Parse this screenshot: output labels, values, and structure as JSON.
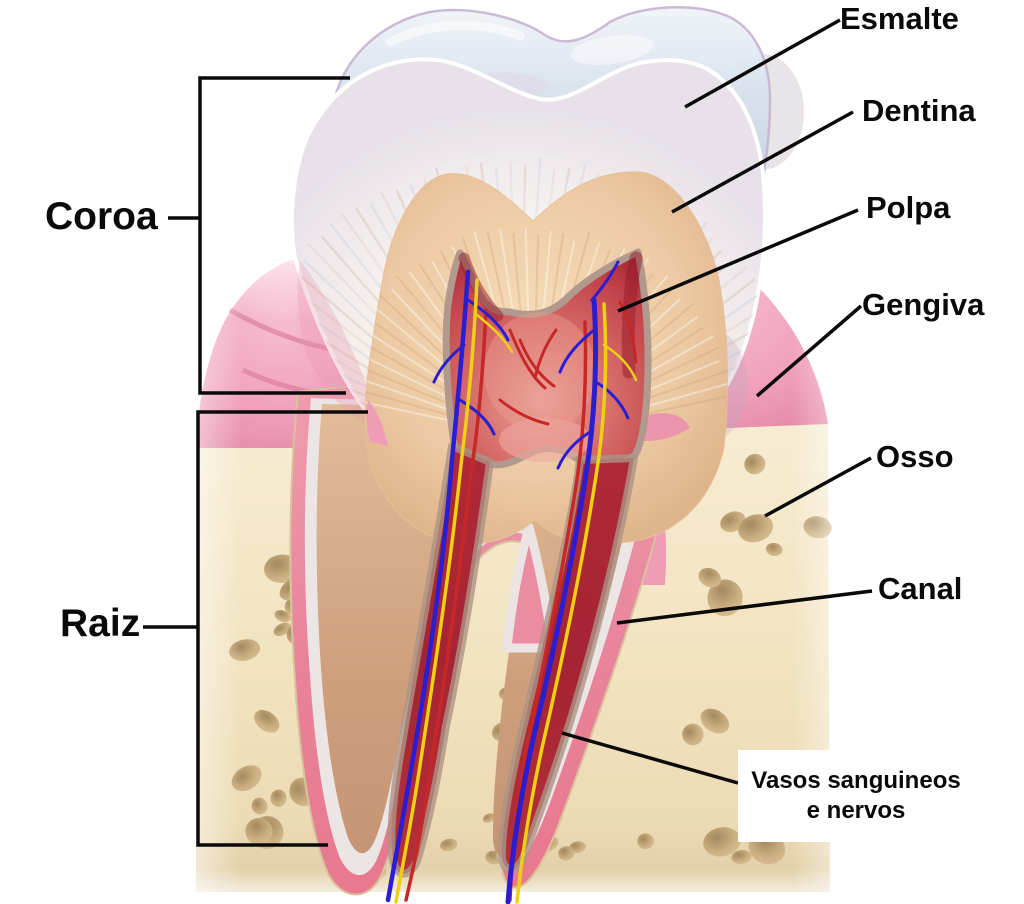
{
  "diagram": {
    "labels": {
      "coroa": "Coroa",
      "raiz": "Raiz",
      "esmalte": "Esmalte",
      "dentina": "Dentina",
      "polpa": "Polpa",
      "gengiva": "Gengiva",
      "osso": "Osso",
      "canal": "Canal",
      "vasos_line1": "Vasos sanguineos",
      "vasos_line2": "e nervos"
    },
    "colors": {
      "background": "#ffffff",
      "annotation": "#0a0a0a",
      "label_text": "#0a0a0a",
      "enamel": "#f4eeea",
      "enamel_cap": "#d9e3ee",
      "dentin_crown": "#eccaa3",
      "dentin_root": "#cf9f7c",
      "pulp": "#d56a67",
      "pulp_dark": "#a82837",
      "canal": "#a52433",
      "gum": "#f0a1bc",
      "ligament": "#e8839a",
      "cementum": "#ece5e5",
      "bone": "#f2e3c0",
      "bone_spot": "#c9ae80",
      "vein": "#2a1ed0",
      "artery": "#c62828",
      "nerve": "#eed012"
    }
  }
}
